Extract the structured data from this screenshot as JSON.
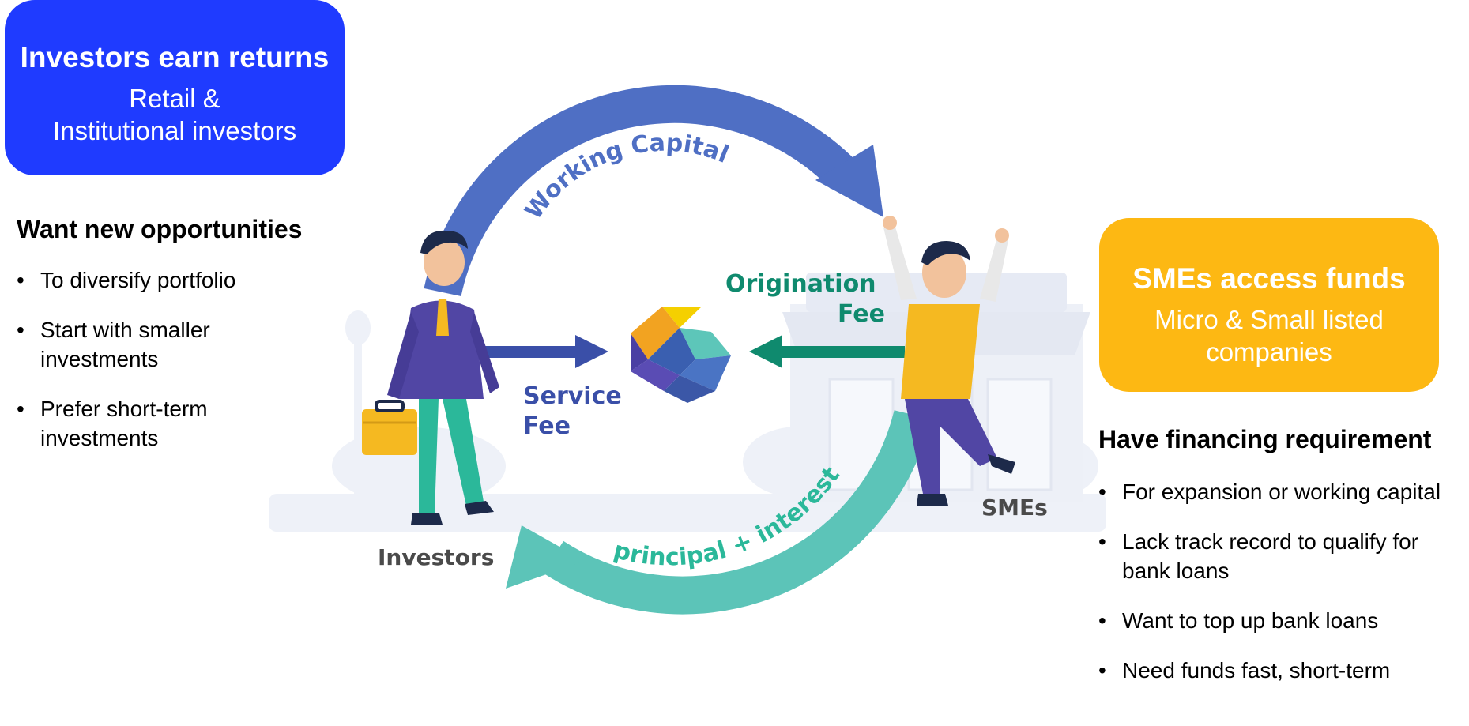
{
  "investors_box": {
    "title": "Investors earn returns",
    "subtitle_line1": "Retail &",
    "subtitle_line2": "Institutional investors"
  },
  "investors_panel": {
    "heading": "Want new opportunities",
    "bullets": [
      "To diversify portfolio",
      "Start with smaller investments",
      "Prefer short-term investments"
    ]
  },
  "smes_box": {
    "title": "SMEs access funds",
    "subtitle_line1": "Micro & Small listed",
    "subtitle_line2": "companies"
  },
  "smes_panel": {
    "heading": "Have financing requirement",
    "bullets": [
      "For expansion or working capital",
      "Lack track record to qualify for bank loans",
      "Want to top up bank loans",
      "Need funds fast, short-term"
    ]
  },
  "diagram": {
    "working_capital": "Working Capital",
    "origination_fee_line1": "Origination",
    "origination_fee_line2": "Fee",
    "service_fee_line1": "Service",
    "service_fee_line2": "Fee",
    "principal_interest": "principal + interest",
    "investors_label": "Investors",
    "smes_label": "SMEs"
  },
  "colors": {
    "investors_box": "#1f3bff",
    "smes_box": "#fdb813",
    "working_capital_arrow": "#4f6fc4",
    "principal_arrow": "#5cc4b8",
    "origination_arrow": "#0f8a6e",
    "service_arrow": "#3a4fa8"
  },
  "icons": [
    "logo-icon",
    "investor-figure-icon",
    "sme-figure-icon",
    "briefcase-icon",
    "shop-icon"
  ]
}
